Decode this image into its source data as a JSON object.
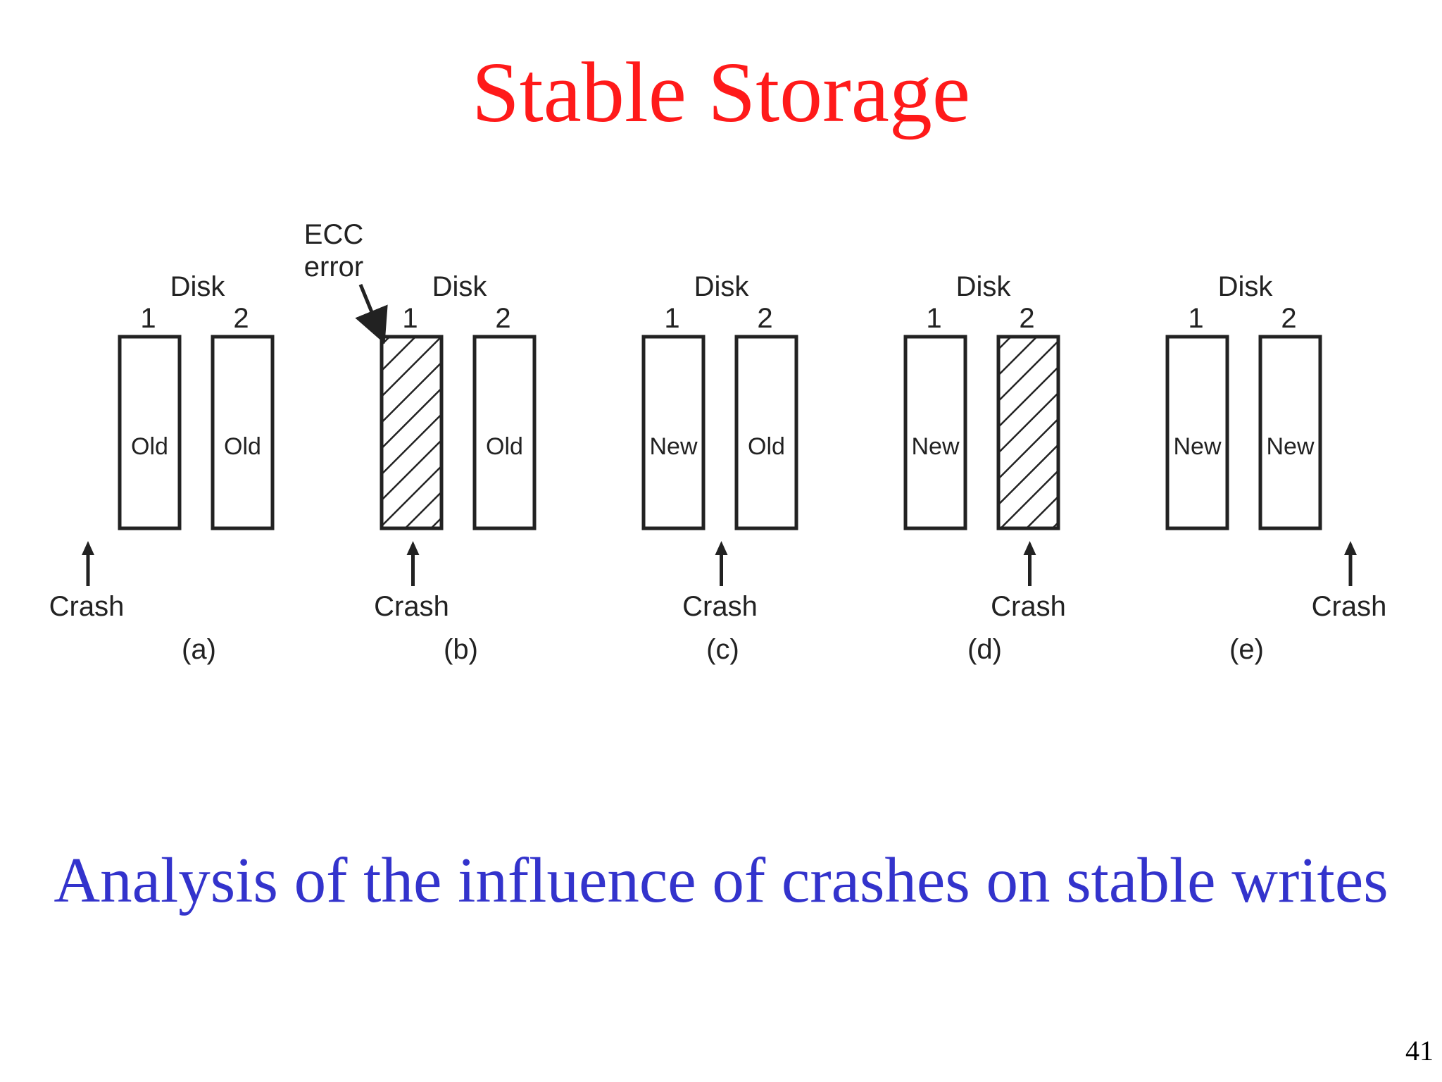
{
  "slide": {
    "title": "Stable Storage",
    "subtitle": "Analysis of the influence of crashes on stable writes",
    "page_number": "41"
  },
  "colors": {
    "title": "#ff1a1a",
    "subtitle": "#3333cc",
    "diagram_ink": "#222222"
  },
  "diagram": {
    "ecc_label_line1": "ECC",
    "ecc_label_line2": "error",
    "panels": [
      {
        "id": "a",
        "disk_label": "Disk",
        "disk1_number": "1",
        "disk2_number": "2",
        "disk1": {
          "content": "Old",
          "corrupted": false
        },
        "disk2": {
          "content": "Old",
          "corrupted": false
        },
        "crash_label": "Crash",
        "crash_position": "before",
        "caption": "(a)"
      },
      {
        "id": "b",
        "disk_label": "Disk",
        "disk1_number": "1",
        "disk2_number": "2",
        "disk1": {
          "content": "",
          "corrupted": true
        },
        "disk2": {
          "content": "Old",
          "corrupted": false
        },
        "crash_label": "Crash",
        "crash_position": "disk1",
        "caption": "(b)"
      },
      {
        "id": "c",
        "disk_label": "Disk",
        "disk1_number": "1",
        "disk2_number": "2",
        "disk1": {
          "content": "New",
          "corrupted": false
        },
        "disk2": {
          "content": "Old",
          "corrupted": false
        },
        "crash_label": "Crash",
        "crash_position": "between",
        "caption": "(c)"
      },
      {
        "id": "d",
        "disk_label": "Disk",
        "disk1_number": "1",
        "disk2_number": "2",
        "disk1": {
          "content": "New",
          "corrupted": false
        },
        "disk2": {
          "content": "",
          "corrupted": true
        },
        "crash_label": "Crash",
        "crash_position": "disk2",
        "caption": "(d)"
      },
      {
        "id": "e",
        "disk_label": "Disk",
        "disk1_number": "1",
        "disk2_number": "2",
        "disk1": {
          "content": "New",
          "corrupted": false
        },
        "disk2": {
          "content": "New",
          "corrupted": false
        },
        "crash_label": "Crash",
        "crash_position": "after",
        "caption": "(e)"
      }
    ]
  }
}
